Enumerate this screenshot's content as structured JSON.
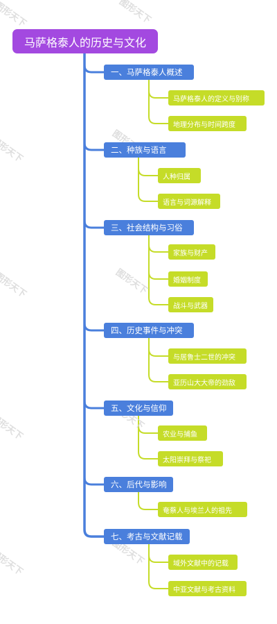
{
  "root": {
    "title": "马萨格泰人的历史与文化"
  },
  "sections": [
    {
      "label": "一、马萨格泰人概述",
      "children": [
        "马萨格泰人的定义与别称",
        "地理分布与时间跨度"
      ]
    },
    {
      "label": "二、种族与语言",
      "children": [
        "人种归属",
        "语言与词源解释"
      ]
    },
    {
      "label": "三、社会结构与习俗",
      "children": [
        "家族与财产",
        "婚姻制度",
        "战斗与武器"
      ]
    },
    {
      "label": "四、历史事件与冲突",
      "children": [
        "与居鲁士二世的冲突",
        "亚历山大大帝的劲敌"
      ]
    },
    {
      "label": "五、文化与信仰",
      "children": [
        "农业与捕鱼",
        "太阳崇拜与祭祀"
      ]
    },
    {
      "label": "六、后代与影响",
      "children": [
        "奄蔡人与埃兰人的祖先"
      ]
    },
    {
      "label": "七、考古与文献记载",
      "children": [
        "域外文献中的记载",
        "中亚文献与考古资料"
      ]
    }
  ],
  "watermark": "图形天下",
  "colors": {
    "root": "#a349e0",
    "section": "#4a7fdc",
    "leaf": "#c5dc28",
    "section_line": "#4a7fdc",
    "leaf_line": "#c5dc28"
  }
}
